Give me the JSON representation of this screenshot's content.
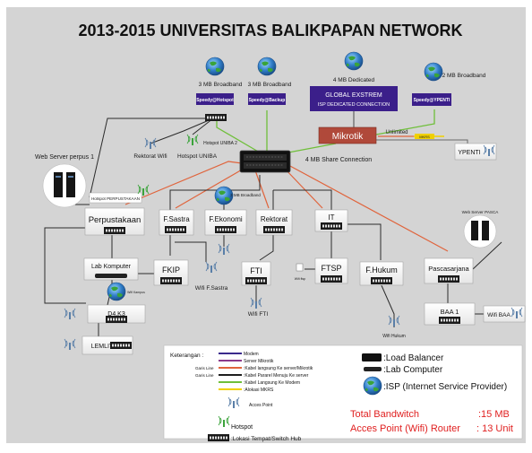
{
  "title": "2013-2015 UNIVERSITAS BALIKPAPAN NETWORK",
  "isp": {
    "speedy_hotspot_bw": "3 MB Broadband",
    "speedy_hotspot": "Speedy@Hotspot",
    "speedy_backup_bw": "3 MB Broadband",
    "speedy_backup": "Speedy@Backup",
    "dedicated_bw": "4 MB Dedicated",
    "global_line1": "GLOBAL EXSTREM",
    "global_line2": "ISP DEDICATED CONNECTION",
    "ypenti_bw": "2 MB Broadband",
    "speedy_ypenti": "Speedy@YPENTI",
    "fsastra_bw": "3 MB Broadband"
  },
  "nodes": {
    "mikrotik": "Mikrotik",
    "unlimited": "Unlimited",
    "mkrs": "MKRS",
    "ypenti": "YPENTI",
    "share": "4  MB Share Connection",
    "hotspot_uniba2": "Hotspot UNIBA 2",
    "rektorat_wifi": "Rektorat Wifi",
    "hotspot_uniba": "Hotspot UNIBA",
    "web_server_perpus": "Web Server perpus 1",
    "hotspot_perpus": "Hotspot PERPUSTAKAAN",
    "perpustakaan": "Perpustakaan",
    "fsastra": "F.Sastra",
    "fekonomi": "F.Ekonomi",
    "rektorat": "Rektorat",
    "it": "IT",
    "web_server_pasca": "Web Server  PASCA",
    "lab_komputer": "Lab Komputer",
    "fkip": "FKIP",
    "wifi_fsastra": "Wifi F.Sastra",
    "fti": "FTI",
    "wifi_fti": "Wifi FTI",
    "ftsp": "FTSP",
    "wifi_ftsp": "Wifi ftsp",
    "fhukum": "F.Hukum",
    "wifi_hukum": "Wifi Hukum",
    "pascasarjana": "Pascasarjana",
    "baa1": "BAA 1",
    "wifi_baa": "Wifi BAA",
    "d4k3": "D4,K3",
    "lemlit": "LEMLIT",
    "hotspot_lab": "Wifi Kampus"
  },
  "legend": {
    "heading": "Keterangan :",
    "items": [
      {
        "label": "Modem",
        "color": "#3a2a8c",
        "prefix": ""
      },
      {
        "label": "Server Mikrotik",
        "color": "#8b3a8b",
        "prefix": ""
      },
      {
        "label": ":Kabel langsung Ke server/Mikrotik",
        "color": "#e0643c",
        "prefix": "Garis Line"
      },
      {
        "label": ":Kabel Pararel Menuju Ke server",
        "color": "#1e1e1e",
        "prefix": "Garis Line"
      },
      {
        "label": ":Kabel Langsung Ke Modem",
        "color": "#6fbf3a",
        "prefix": ""
      },
      {
        "label": ":Alokasi MKRS",
        "color": "#f0d000",
        "prefix": ""
      }
    ],
    "access_point": "Acces Point",
    "hotspot": "Hotspot",
    "switch_hub": ":Lokasi Tempat/Switch Hub",
    "load_balancer": ":Load Balancer",
    "lab_computer": ":Lab Computer",
    "isp": ":ISP (Internet Service Provider)"
  },
  "summary": {
    "total_label": "Total Bandwitch",
    "total_value": ":15 MB",
    "ap_label": "Acces Point (Wifi) Router",
    "ap_value": ": 13 Unit"
  },
  "colors": {
    "background": "#d4d4d4",
    "isp_box": "#3b1f8a",
    "mikrotik": "#b0493a",
    "orange_line": "#e0643c",
    "green_line": "#6fbf3a",
    "dark_line": "#2b2b2b",
    "red_text": "#e02020"
  }
}
